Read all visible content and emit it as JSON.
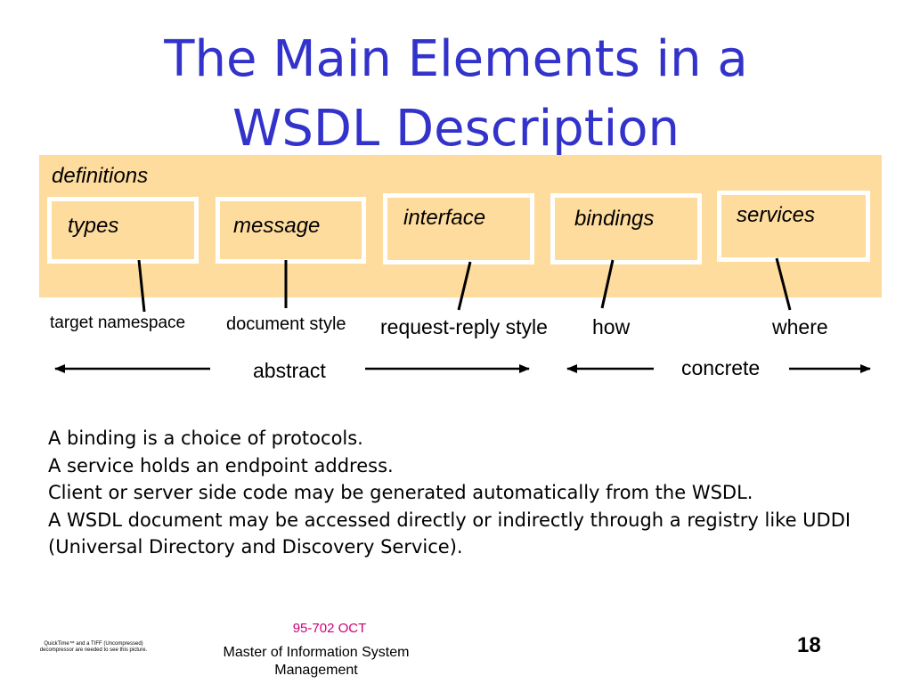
{
  "title": {
    "line1": "The Main Elements in a",
    "line2": "WSDL Description"
  },
  "diagram": {
    "container_label": "definitions",
    "elements": [
      "types",
      "message",
      "interface",
      "bindings",
      "services"
    ],
    "descriptors": [
      "target namespace",
      "document style",
      "request-reply style",
      "how",
      "where"
    ],
    "ranges": {
      "abstract": "abstract",
      "concrete": "concrete"
    }
  },
  "notes": [
    "A binding is a choice of protocols.",
    "A service holds an endpoint address.",
    "Client or server side code may be generated automatically from the WSDL.",
    "A WSDL document may be accessed directly or indirectly through a registry like UDDI (Universal Directory and Discovery Service)."
  ],
  "footer": {
    "course_code": "95-702 OCT",
    "program": "Master of Information System Management",
    "page_number": "18",
    "quicktime_note": "QuickTime™ and a TIFF (Uncompressed) decompressor are needed to see this picture."
  },
  "colors": {
    "title": "#3333cc",
    "panel": "#fddc9e",
    "box_border": "#ffffff",
    "course_code": "#cc0077"
  }
}
